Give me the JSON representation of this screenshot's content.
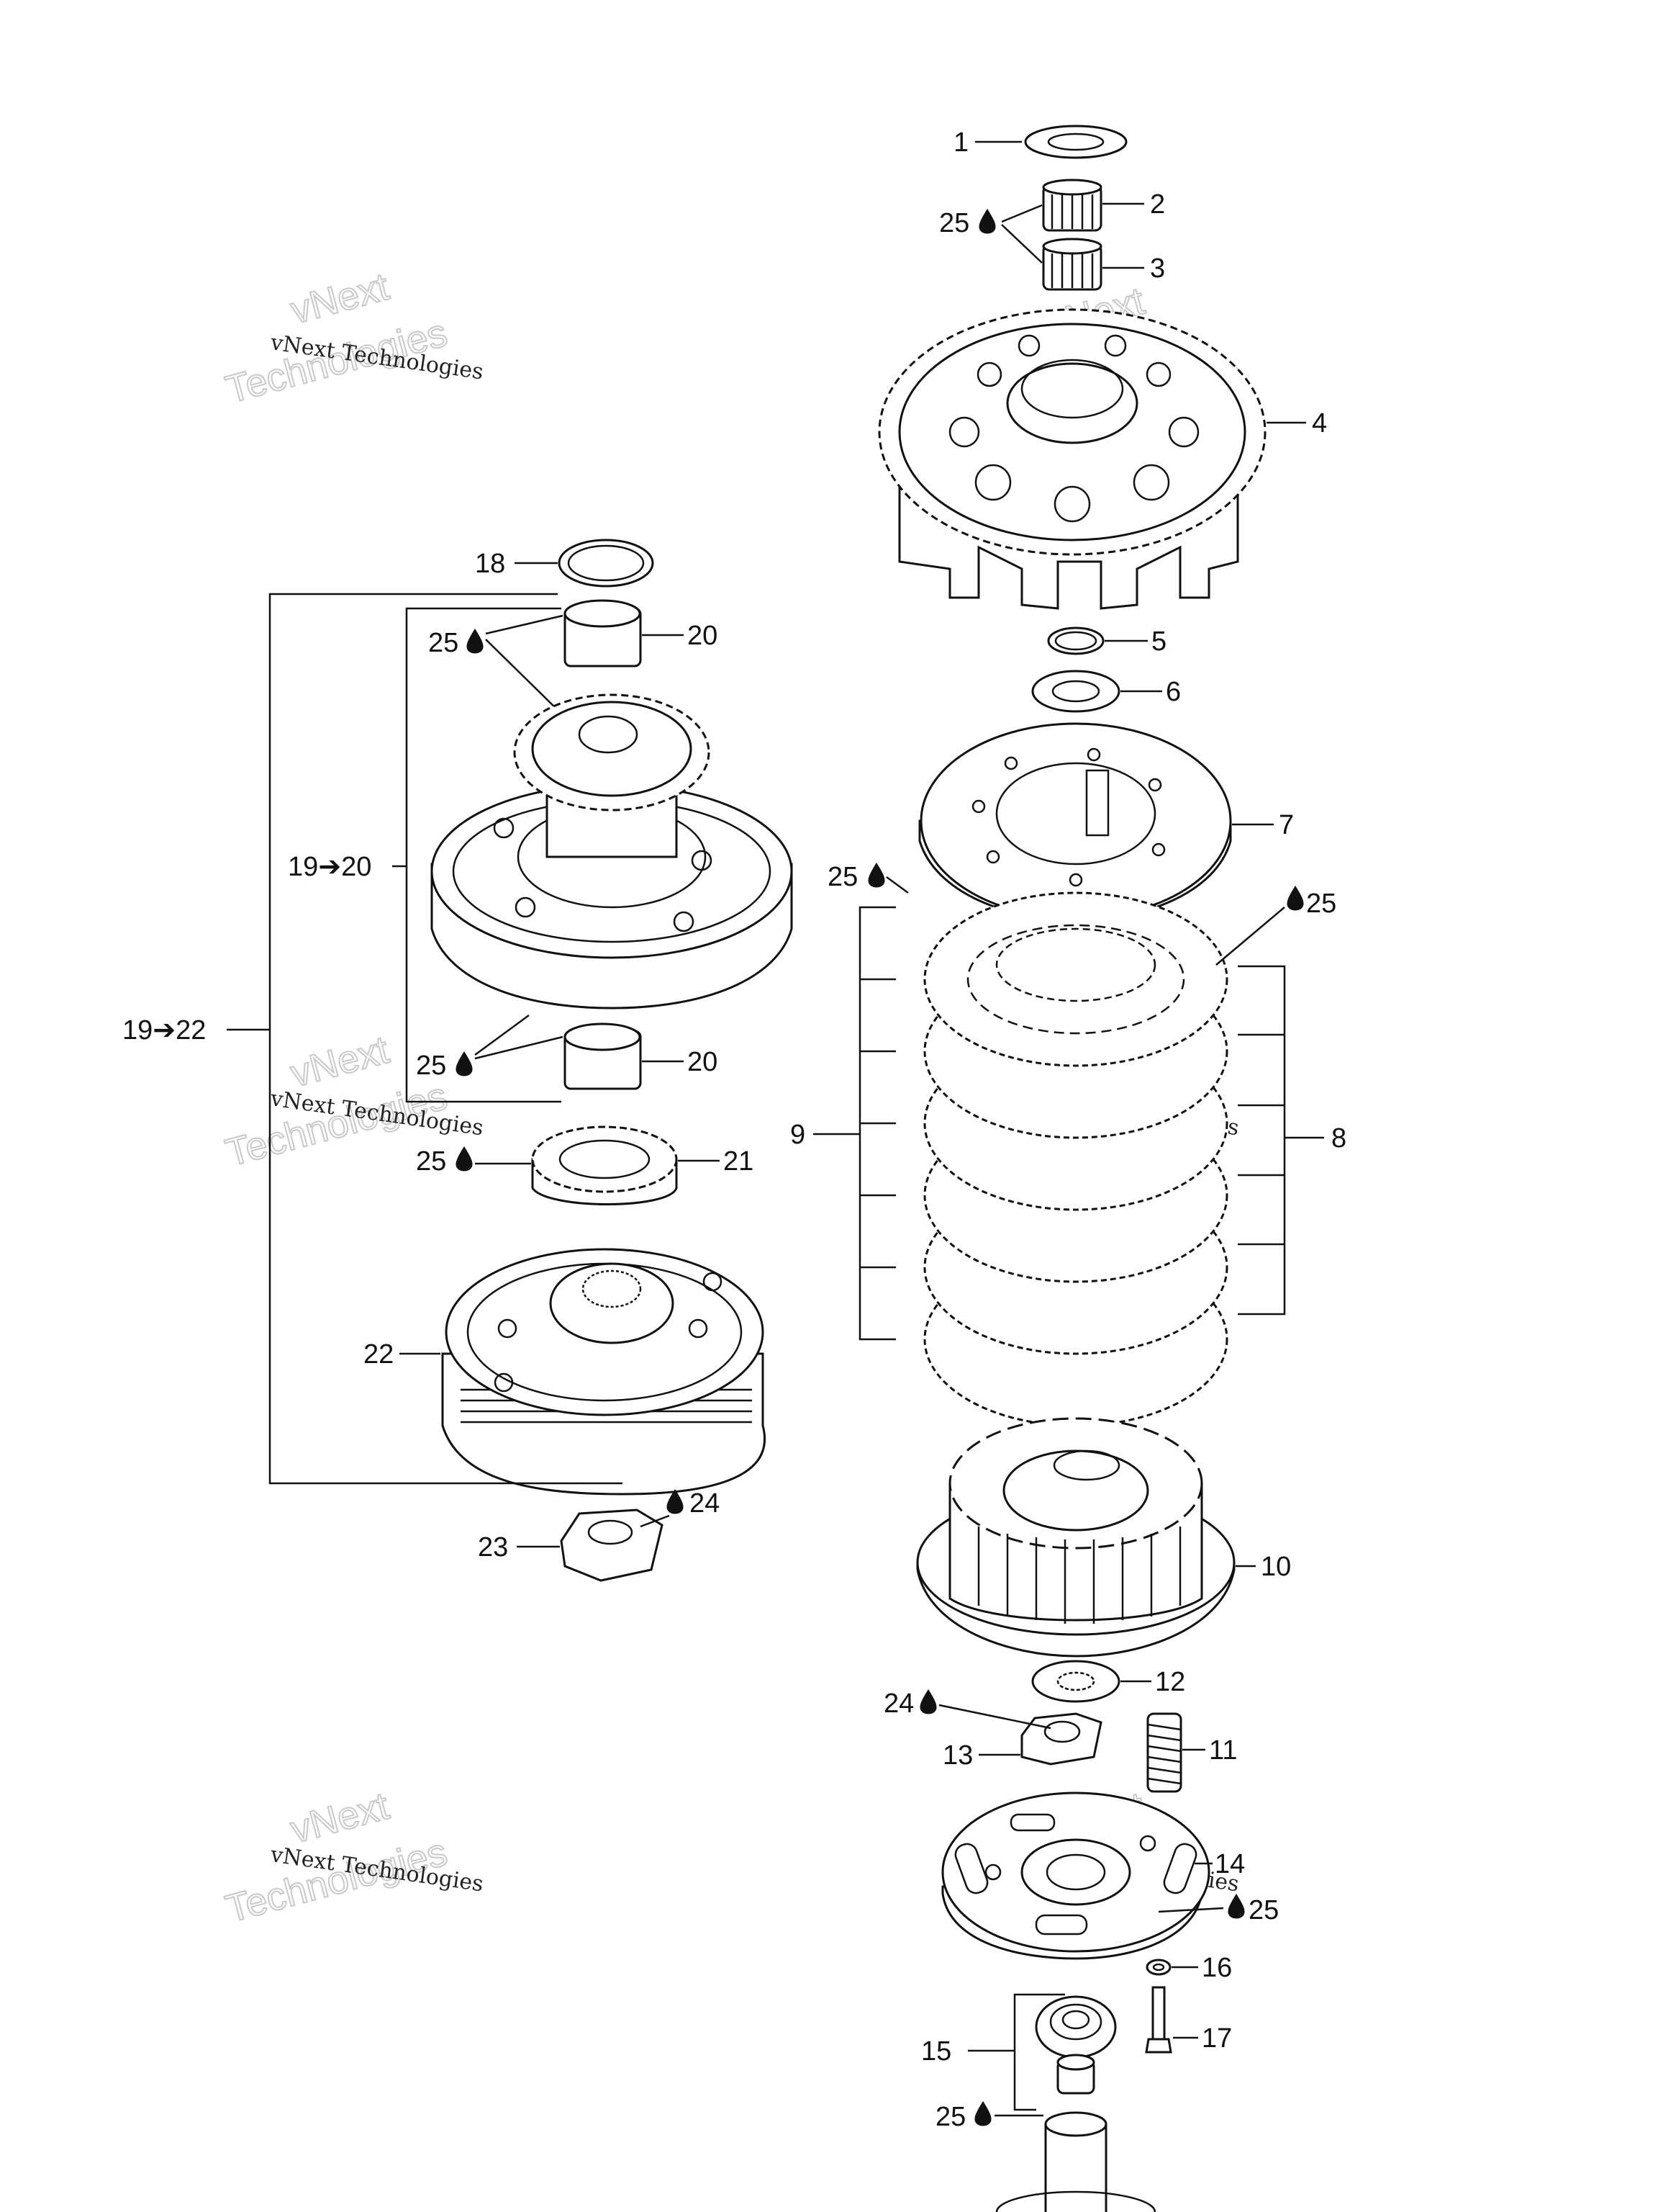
{
  "parts": {
    "p1": "1",
    "p2": "2",
    "p3": "3",
    "p4": "4",
    "p5": "5",
    "p6": "6",
    "p7": "7",
    "p8": "8",
    "p9": "9",
    "p10": "10",
    "p11": "11",
    "p12": "12",
    "p13": "13",
    "p14": "14",
    "p15": "15",
    "p16": "16",
    "p17": "17",
    "p18": "18",
    "p20a": "20",
    "p20b": "20",
    "p21": "21",
    "p22": "22",
    "p23": "23",
    "p24": "24",
    "p24b": "24",
    "p19_20": "19➔20",
    "p19_22": "19➔22"
  },
  "lube": {
    "l_top": "25",
    "l_20a": "25",
    "l_20b": "25",
    "l_21": "25",
    "l_7": "25",
    "l_8": "25",
    "l_14": "25",
    "l_shaft": "25"
  },
  "watermark": {
    "line1": "vNext Technologies",
    "line2_a": "vNext",
    "line2_b": "Technologies"
  }
}
